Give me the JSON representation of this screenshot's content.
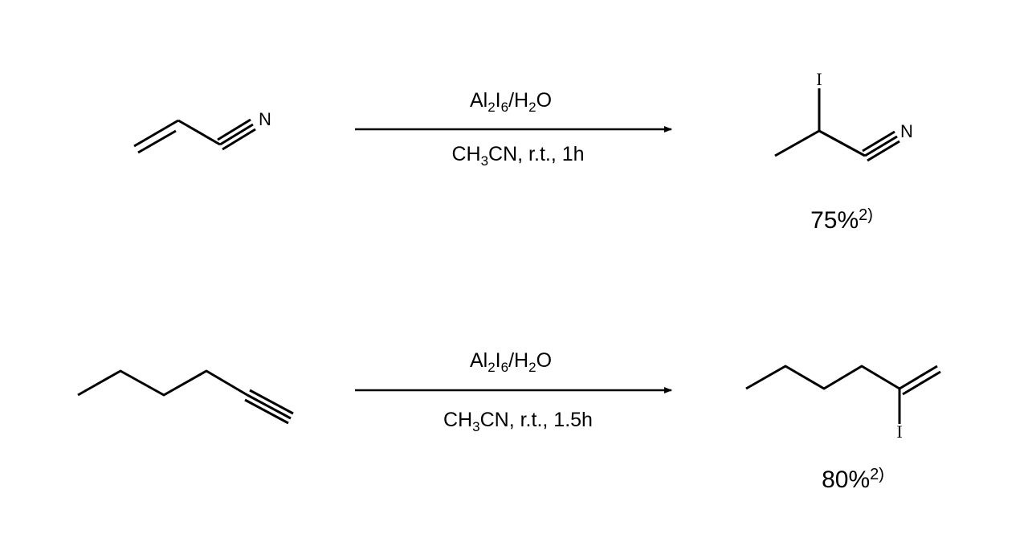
{
  "reactions": [
    {
      "reactant": {
        "atom_label": "N"
      },
      "reagent": {
        "parts": [
          "Al",
          "2",
          "I",
          "6",
          "/H",
          "2",
          "O"
        ]
      },
      "conditions": {
        "parts": [
          "CH",
          "3",
          "CN, r.t., 1h"
        ]
      },
      "product": {
        "atom_labels": [
          "I",
          "N"
        ]
      },
      "yield": {
        "value": "75%",
        "ref": "2)"
      }
    },
    {
      "reactant": {},
      "reagent": {
        "parts": [
          "Al",
          "2",
          "I",
          "6",
          "/H",
          "2",
          "O"
        ]
      },
      "conditions": {
        "parts": [
          "CH",
          "3",
          "CN, r.t., 1.5h"
        ]
      },
      "product": {
        "atom_labels": [
          "I"
        ]
      },
      "yield": {
        "value": "80%",
        "ref": "2)"
      }
    }
  ]
}
